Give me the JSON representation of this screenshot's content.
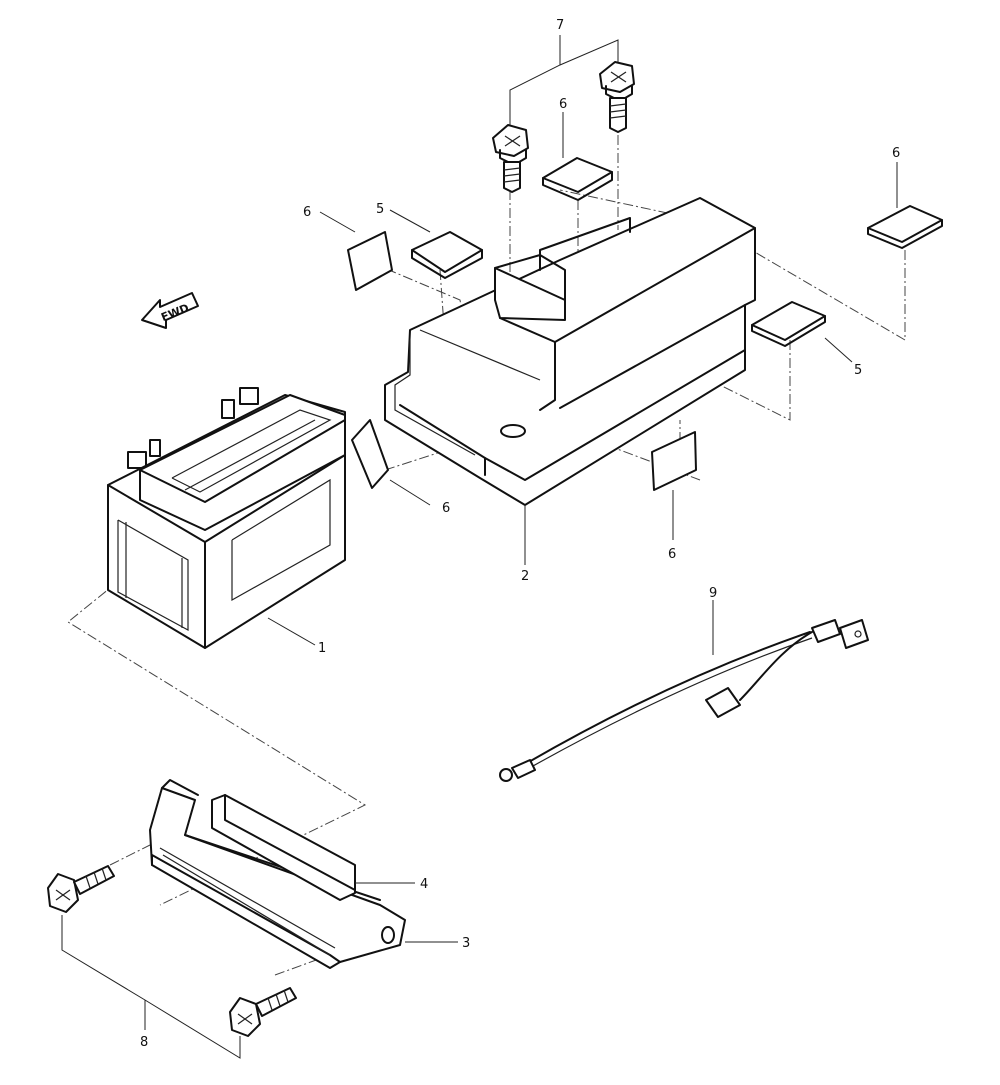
{
  "fwd_label": "FWD",
  "callouts": {
    "battery": "1",
    "battery_cover": "2",
    "battery_holder": "3",
    "holder_pad": "4",
    "pad_5_upper": "5",
    "pad_5_right": "5",
    "pad_6_upper_left": "6",
    "pad_6_top": "6",
    "pad_6_far_right": "6",
    "pad_6_side": "6",
    "pad_6_front": "6",
    "bolt_7": "7",
    "bolt_8": "8",
    "wire_harness": "9"
  }
}
